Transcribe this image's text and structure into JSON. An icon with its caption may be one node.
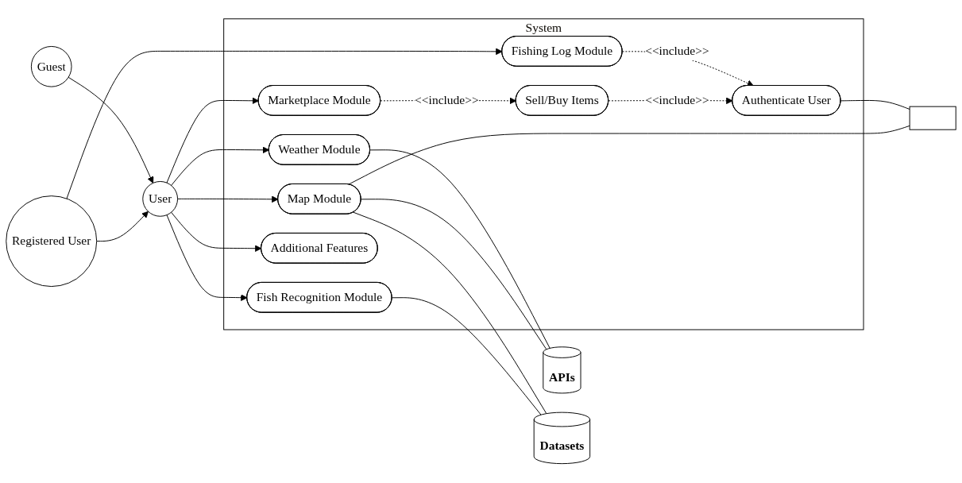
{
  "diagram": {
    "nodes": [
      {
        "text": [
          "System"
        ]
      },
      {
        "text": [
          "User"
        ]
      },
      {
        "text": [
          "Guest"
        ]
      },
      {
        "text": [
          "Registered User"
        ]
      },
      {
        "text": [
          "Fishing Log Module"
        ],
        "in": 0
      },
      {
        "text": [
          "Marketplace Module"
        ],
        "in": 0
      },
      {
        "text": [
          "Sell/Buy Items"
        ],
        "in": 0
      },
      {
        "text": [
          "Authenticate User"
        ],
        "in": 0
      },
      {
        "text": [
          "Weather Module"
        ],
        "in": 0
      },
      {
        "text": [
          "Map Module"
        ],
        "in": 0
      },
      {
        "text": [
          "Fish Recognition Module"
        ],
        "in": 0
      },
      {
        "text": [
          "Additional Features"
        ],
        "in": 0
      },
      {
        "text": [],
        "shape": "box"
      },
      {
        "text": [
          "APIs"
        ]
      },
      {
        "text": [
          "Datasets"
        ]
      }
    ],
    "edges": [
      {
        "from": 2,
        "to": 1,
        "arrow": "to"
      },
      {
        "from": 3,
        "to": 1,
        "arrow": "to"
      },
      {
        "from": 1,
        "to": 5,
        "arrow": "to"
      },
      {
        "from": 1,
        "to": 8,
        "arrow": "to"
      },
      {
        "from": 1,
        "to": 9,
        "arrow": "to"
      },
      {
        "from": 1,
        "to": 10,
        "arrow": "to"
      },
      {
        "from": 1,
        "to": 11,
        "arrow": "to"
      },
      {
        "from": 3,
        "to": 4,
        "arrow": "to"
      },
      {
        "from": 4,
        "to": 7,
        "arrow": "to",
        "label": "<<include>>",
        "style": "dashed"
      },
      {
        "from": 5,
        "to": 6,
        "arrow": "to",
        "label": "<<include>>",
        "style": "dashed"
      },
      {
        "from": 6,
        "to": 7,
        "arrow": "to",
        "label": "<<include>>",
        "style": "dashed"
      },
      {
        "from": 7,
        "to": 12,
        "arrow": "none"
      },
      {
        "from": 9,
        "to": 12,
        "arrow": "none"
      },
      {
        "from": 8,
        "to": 13,
        "arrow": "none"
      },
      {
        "from": 9,
        "to": 13,
        "arrow": "none"
      },
      {
        "from": 9,
        "to": 14,
        "arrow": "none"
      },
      {
        "from": 10,
        "to": 14,
        "arrow": "none"
      }
    ]
  }
}
